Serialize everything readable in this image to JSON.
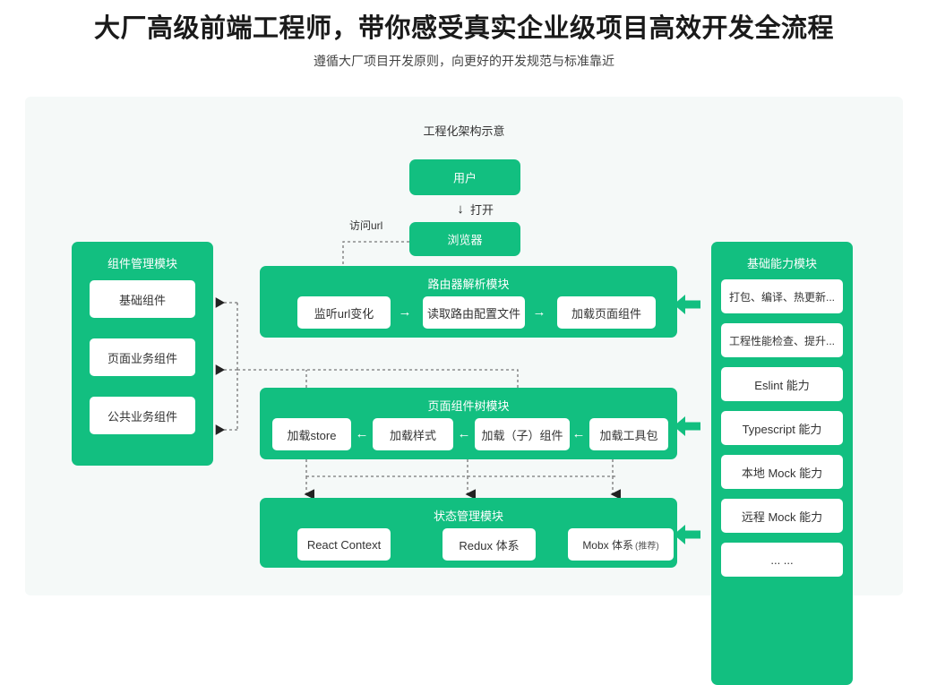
{
  "header": {
    "title": "大厂高级前端工程师，带你感受真实企业级项目高效开发全流程",
    "subtitle": "遵循大厂项目开发原则，向更好的开发规范与标准靠近"
  },
  "diagram": {
    "title": "工程化架构示意",
    "colors": {
      "green": "#12bf80",
      "card_bg": "#f5f9f8",
      "box_bg": "#ffffff",
      "text": "#333333",
      "wire": "#777777"
    },
    "flow": {
      "user": "用户",
      "open_label": "打开",
      "open_arrow_glyph": "↓",
      "browser": "浏览器",
      "visit_label": "访问url"
    },
    "modules": {
      "component_manager": {
        "title": "组件管理模块",
        "items": [
          "基础组件",
          "页面业务组件",
          "公共业务组件"
        ]
      },
      "base_capability": {
        "title": "基础能力模块",
        "items": [
          "打包、编译、热更新...",
          "工程性能检查、提升...",
          "Eslint 能力",
          "Typescript 能力",
          "本地 Mock 能力",
          "远程 Mock 能力",
          "... ..."
        ]
      },
      "router": {
        "title": "路由器解析模块",
        "items": [
          "监听url变化",
          "读取路由配置文件",
          "加载页面组件"
        ],
        "arrow_glyph": "→"
      },
      "component_tree": {
        "title": "页面组件树模块",
        "items": [
          "加载store",
          "加载样式",
          "加载（子）组件",
          "加载工具包"
        ],
        "arrow_glyph": "←"
      },
      "state_manager": {
        "title": "状态管理模块",
        "items": [
          "React Context",
          "Redux 体系",
          "Mobx 体系"
        ],
        "mobx_note": "(推荐)"
      }
    }
  }
}
